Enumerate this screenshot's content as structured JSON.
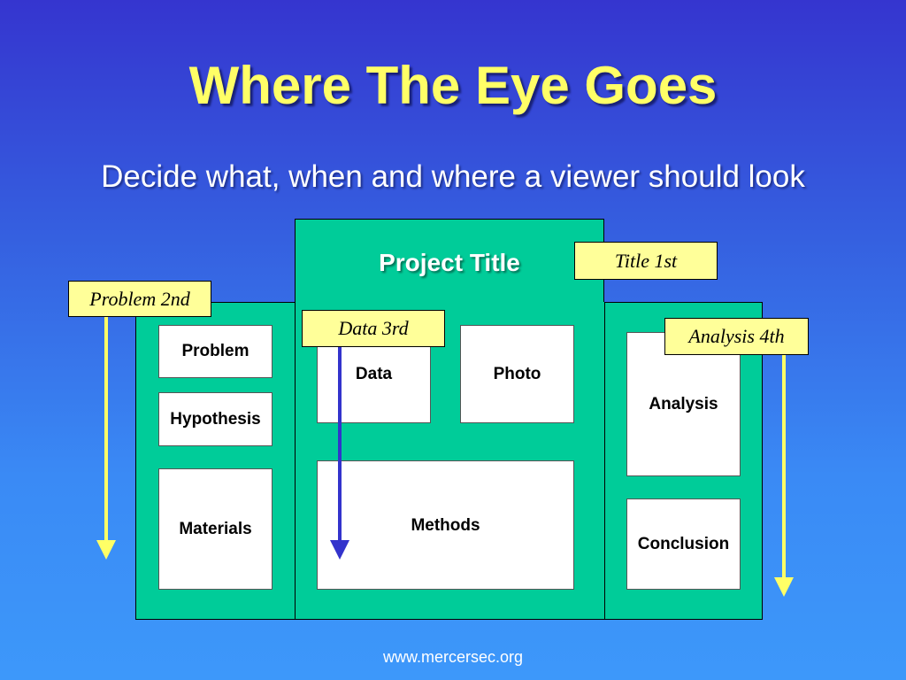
{
  "slide": {
    "title": "Where The Eye Goes",
    "subtitle": "Decide what, when and where a viewer should look",
    "footer": "www.mercersec.org"
  },
  "poster": {
    "header": "Project Title",
    "left_column": [
      "Problem",
      "Hypothesis",
      "Materials"
    ],
    "center_column": [
      "Data",
      "Photo",
      "Methods"
    ],
    "right_column": [
      "Analysis",
      "Conclusion"
    ]
  },
  "callouts": {
    "title": "Title 1st",
    "problem": "Problem 2nd",
    "data": "Data 3rd",
    "analysis": "Analysis 4th"
  },
  "colors": {
    "background_top": "#3535cf",
    "background_bottom": "#3d98fa",
    "title_text": "#ffff66",
    "poster_green": "#00cc99",
    "callout_fill": "#ffff99",
    "arrow_yellow": "#ffff66",
    "arrow_blue": "#3333cc"
  }
}
